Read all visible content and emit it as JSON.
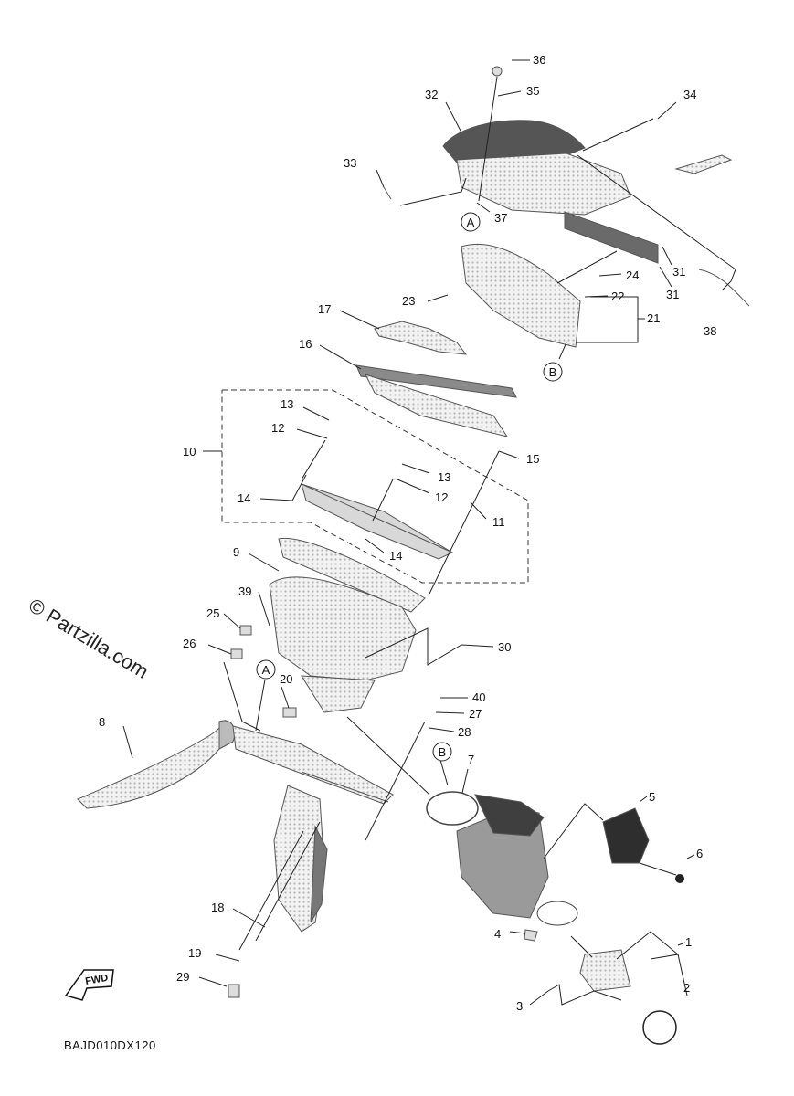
{
  "watermark": "© Partzilla.com",
  "diagram_code": "BAJD010DX120",
  "fwd_label": "FWD",
  "ref_markers": {
    "a1": "A",
    "a2": "A",
    "b1": "B",
    "b2": "B"
  },
  "callouts": {
    "c1": "1",
    "c2": "2",
    "c3": "3",
    "c4": "4",
    "c5": "5",
    "c6": "6",
    "c7": "7",
    "c8": "8",
    "c9": "9",
    "c10": "10",
    "c11": "11",
    "c12a": "12",
    "c12b": "12",
    "c13a": "13",
    "c13b": "13",
    "c14a": "14",
    "c14b": "14",
    "c15": "15",
    "c16": "16",
    "c17": "17",
    "c18": "18",
    "c19": "19",
    "c20": "20",
    "c21": "21",
    "c22": "22",
    "c23": "23",
    "c24": "24",
    "c25": "25",
    "c26": "26",
    "c27": "27",
    "c28": "28",
    "c29": "29",
    "c30": "30",
    "c31a": "31",
    "c31b": "31",
    "c32": "32",
    "c33": "33",
    "c34": "34",
    "c35": "35",
    "c36": "36",
    "c37": "37",
    "c38": "38",
    "c39": "39",
    "c40": "40"
  },
  "colors": {
    "ink": "#222222",
    "part_fill": "#e4e4e4",
    "dark_part": "#3a3a3a",
    "background": "#ffffff"
  }
}
